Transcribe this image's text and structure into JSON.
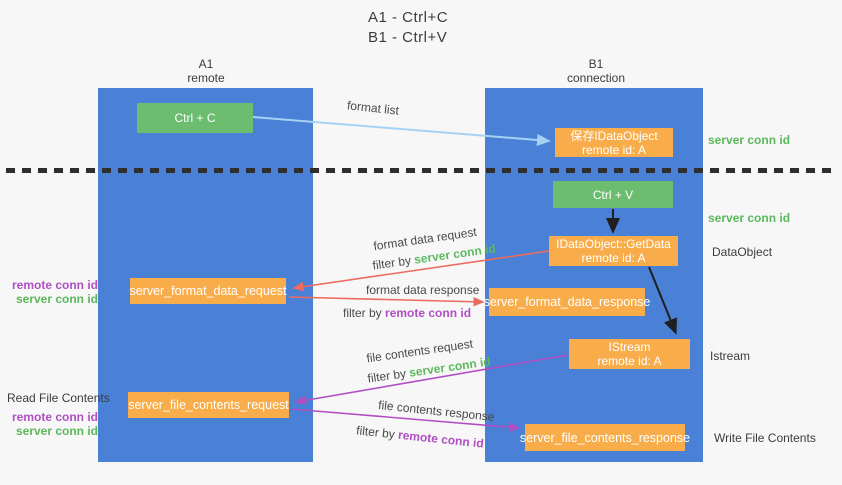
{
  "page": {
    "title_line1": "A1 - Ctrl+C",
    "title_line2": "B1 - Ctrl+V"
  },
  "lanes": {
    "left_name": "A1",
    "left_sub": "remote",
    "right_name": "B1",
    "right_sub": "connection"
  },
  "nodes": {
    "ctrl_c_label": "Ctrl + C",
    "save_idataobject_line1": "保存IDataObject",
    "save_idataobject_line2": "remote id: A",
    "ctrl_v_label": "Ctrl + V",
    "getdata_line1": "IDataObject::GetData",
    "getdata_line2": "remote id: A",
    "format_request_label": "server_format_data_request",
    "format_response_label": "server_format_data_response",
    "istream_line1": "IStream",
    "istream_line2": "remote id: A",
    "file_request_label": "server_file_contents_request",
    "file_response_label": "server_file_contents_response"
  },
  "arrow_labels": {
    "format_list": "format list",
    "format_data_request": "format data request",
    "format_data_response": "format data response",
    "file_contents_request": "file contents request",
    "file_contents_response": "file contents response",
    "filter_by": "filter by",
    "server_conn_id": "server conn id",
    "remote_conn_id": "remote conn id"
  },
  "side_labels": {
    "server_conn_id_top": "server conn id",
    "server_conn_id_mid": "server conn id",
    "dataobject": "DataObject",
    "istream": "Istream",
    "write_file_contents": "Write File Contents",
    "read_file_contents": "Read File Contents",
    "remote_conn_id": "remote conn id",
    "server_conn_id": "server conn id"
  },
  "colors": {
    "lane_blue": "#4a80d6",
    "box_green": "#6cbd70",
    "box_orange": "#f9ad4a",
    "text_green": "#5cb85c",
    "text_purple": "#b04fc3",
    "arrow_red": "#ed6a5f",
    "arrow_lightblue": "#a5d2f3",
    "arrow_black": "#1f1f1f"
  }
}
